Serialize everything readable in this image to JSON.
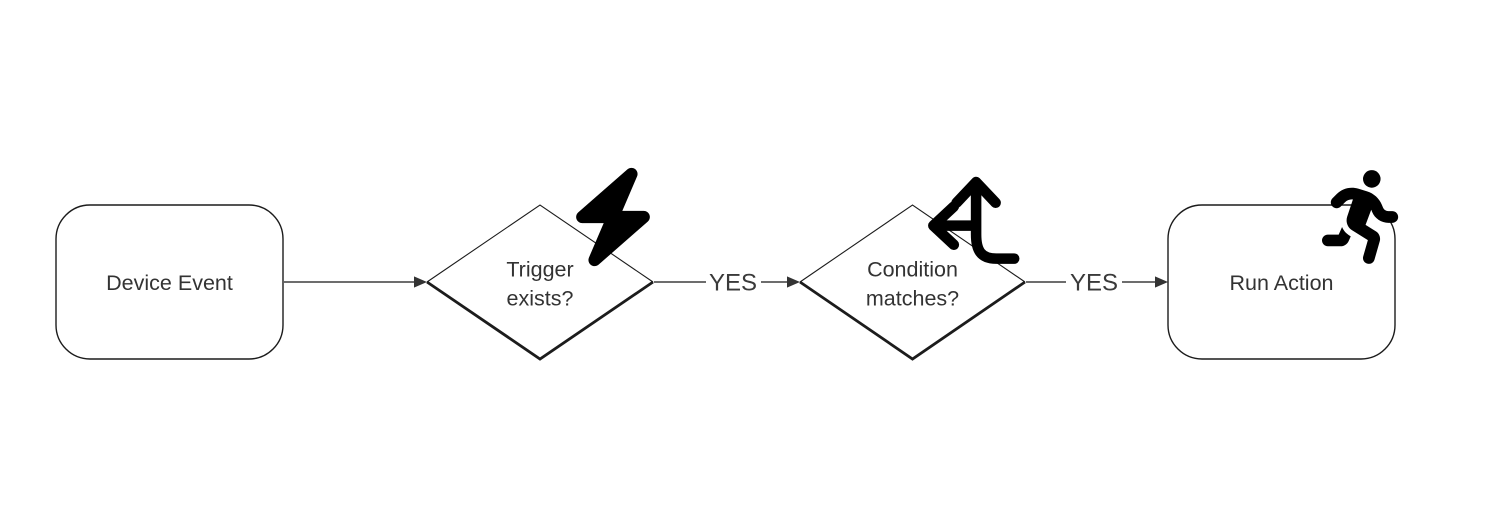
{
  "diagram": {
    "type": "flowchart",
    "direction": "left-to-right",
    "background_color": "#ffffff",
    "node_fill_color": "#ffffff",
    "node_stroke_color": "#1c1c1c",
    "edge_color": "#3d3d3d",
    "text_color": "#333333",
    "icon_color": "#000000",
    "nodes": [
      {
        "id": "device-event",
        "shape": "rounded-rectangle",
        "label": "Device Event"
      },
      {
        "id": "trigger-exists",
        "shape": "diamond",
        "label": "Trigger exists?",
        "lines": [
          "Trigger",
          "exists?"
        ],
        "icon": "bolt-icon"
      },
      {
        "id": "condition-matches",
        "shape": "diamond",
        "label": "Condition matches?",
        "lines": [
          "Condition",
          "matches?"
        ],
        "icon": "arrows-split-up-and-left-icon"
      },
      {
        "id": "run-action",
        "shape": "rounded-rectangle",
        "label": "Run Action",
        "icon": "person-running-icon"
      }
    ],
    "edges": [
      {
        "from": "device-event",
        "to": "trigger-exists",
        "label": ""
      },
      {
        "from": "trigger-exists",
        "to": "condition-matches",
        "label": "YES"
      },
      {
        "from": "condition-matches",
        "to": "run-action",
        "label": "YES"
      }
    ]
  }
}
